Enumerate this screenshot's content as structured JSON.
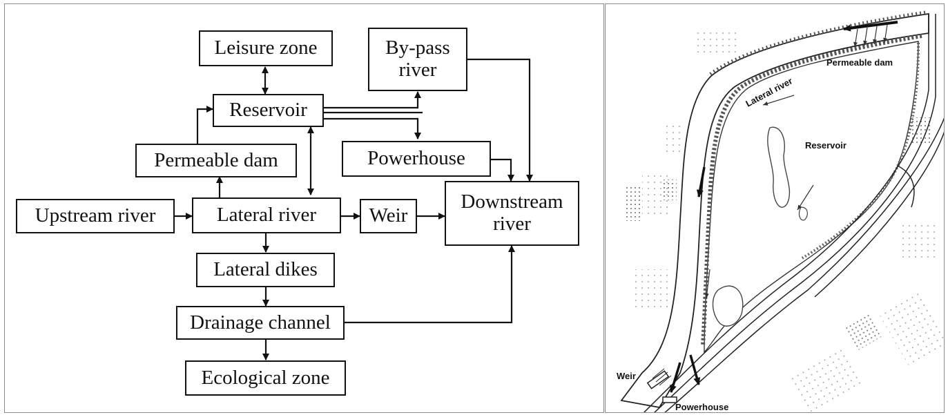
{
  "flowchart": {
    "nodes": {
      "leisure_zone": "Leisure zone",
      "bypass_line1": "By-pass",
      "bypass_line2": "river",
      "reservoir": "Reservoir",
      "permeable_dam": "Permeable dam",
      "powerhouse": "Powerhouse",
      "upstream_river": "Upstream river",
      "lateral_river": "Lateral river",
      "weir": "Weir",
      "downstream_line1": "Downstream",
      "downstream_line2": "river",
      "lateral_dikes": "Lateral dikes",
      "drainage_channel": "Drainage channel",
      "ecological_zone": "Ecological zone"
    }
  },
  "map": {
    "labels": {
      "lateral_river": "Lateral river",
      "permeable_dam": "Permeable dam",
      "reservoir": "Reservoir",
      "weir": "Weir",
      "powerhouse": "Powerhouse"
    }
  }
}
